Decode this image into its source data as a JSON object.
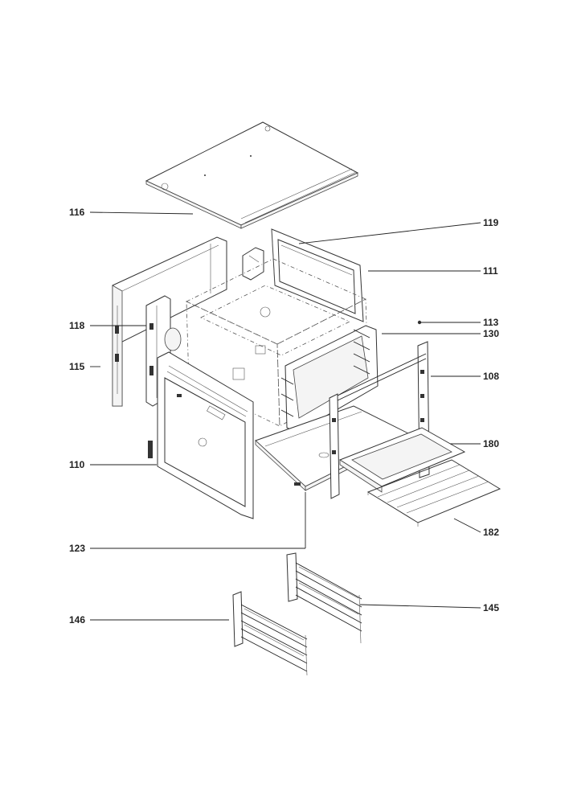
{
  "labels": {
    "l116": "116",
    "l119": "119",
    "l111": "111",
    "l113": "113",
    "l130": "130",
    "l118": "118",
    "l115": "115",
    "l108": "108",
    "l180": "180",
    "l110": "110",
    "l182": "182",
    "l123": "123",
    "l145": "145",
    "l146": "146"
  },
  "colors": {
    "line": "#222222",
    "paper": "#ffffff"
  }
}
